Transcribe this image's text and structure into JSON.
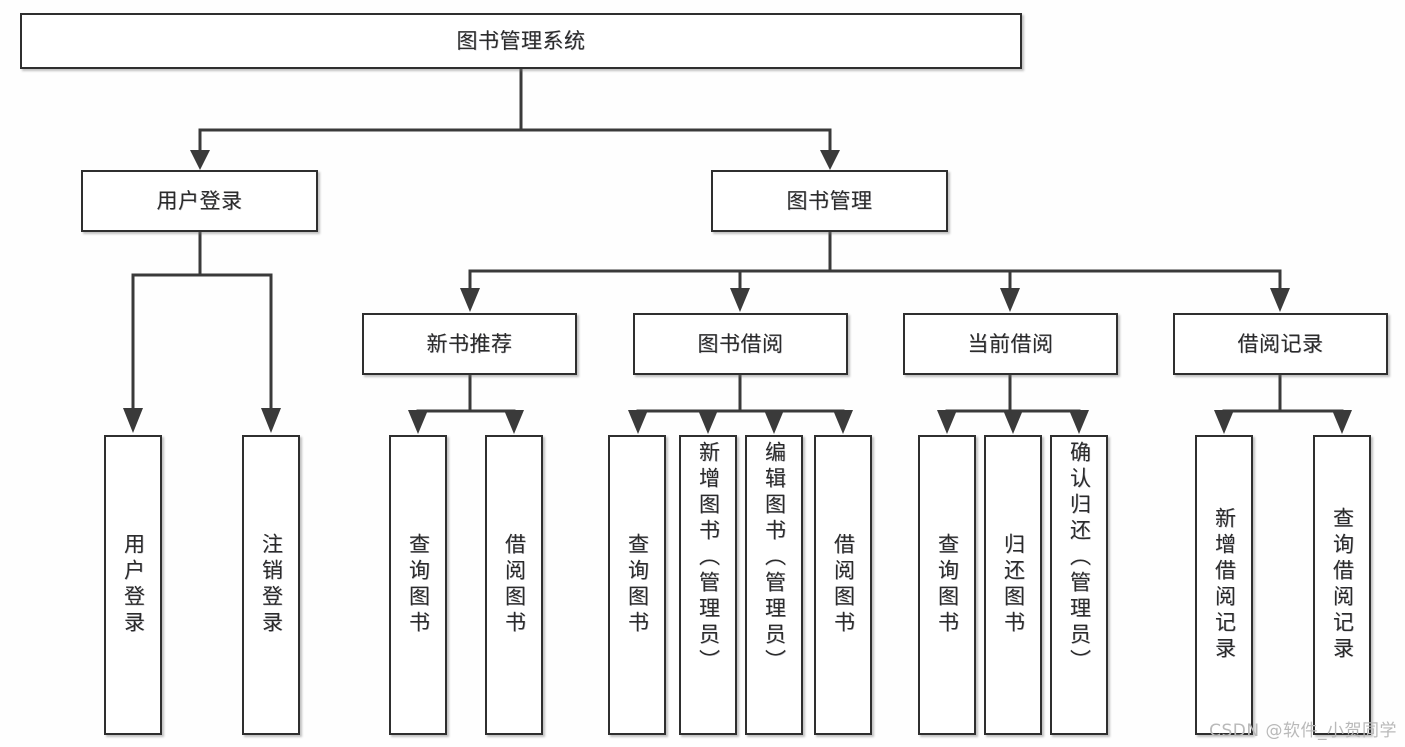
{
  "diagram": {
    "type": "tree-hierarchy",
    "title": "图书管理系统",
    "watermark": "CSDN @软件_小贺同学",
    "colors": {
      "background": "#fefefe",
      "box_border": "#2f2f2f",
      "box_fill": "#ffffff",
      "connector": "#3a3a3a",
      "text": "#2b2b2b",
      "watermark": "#b9b9b9"
    },
    "levels": {
      "root": "图书管理系统",
      "level2": [
        "用户登录",
        "图书管理"
      ],
      "level3": [
        "新书推荐",
        "图书借阅",
        "当前借阅",
        "借阅记录"
      ]
    },
    "nodes": {
      "root": {
        "label": "图书管理系统",
        "orientation": "horizontal"
      },
      "user_login": {
        "label": "用户登录",
        "orientation": "horizontal"
      },
      "book_manage": {
        "label": "图书管理",
        "orientation": "horizontal"
      },
      "new_book_rec": {
        "label": "新书推荐",
        "orientation": "horizontal"
      },
      "book_borrow": {
        "label": "图书借阅",
        "orientation": "horizontal"
      },
      "current_borrow": {
        "label": "当前借阅",
        "orientation": "horizontal"
      },
      "borrow_record": {
        "label": "借阅记录",
        "orientation": "horizontal"
      },
      "leaf_user_login": {
        "label": "用户登录",
        "orientation": "vertical"
      },
      "leaf_logout": {
        "label": "注销登录",
        "orientation": "vertical"
      },
      "leaf_query_book_1": {
        "label": "查询图书",
        "orientation": "vertical"
      },
      "leaf_borrow_book_1": {
        "label": "借阅图书",
        "orientation": "vertical"
      },
      "leaf_query_book_2": {
        "label": "查询图书",
        "orientation": "vertical"
      },
      "leaf_add_book": {
        "label": "新增图书（管理员）",
        "orientation": "vertical"
      },
      "leaf_edit_book": {
        "label": "编辑图书（管理员）",
        "orientation": "vertical"
      },
      "leaf_borrow_book_2": {
        "label": "借阅图书",
        "orientation": "vertical"
      },
      "leaf_query_book_3": {
        "label": "查询图书",
        "orientation": "vertical"
      },
      "leaf_return_book": {
        "label": "归还图书",
        "orientation": "vertical"
      },
      "leaf_confirm_return": {
        "label": "确认归还（管理员）",
        "orientation": "vertical"
      },
      "leaf_add_record": {
        "label": "新增借阅记录",
        "orientation": "vertical"
      },
      "leaf_query_record": {
        "label": "查询借阅记录",
        "orientation": "vertical"
      }
    },
    "edges": [
      {
        "from": "root",
        "to": "user_login"
      },
      {
        "from": "root",
        "to": "book_manage"
      },
      {
        "from": "user_login",
        "to": "leaf_user_login"
      },
      {
        "from": "user_login",
        "to": "leaf_logout"
      },
      {
        "from": "book_manage",
        "to": "new_book_rec"
      },
      {
        "from": "book_manage",
        "to": "book_borrow"
      },
      {
        "from": "book_manage",
        "to": "current_borrow"
      },
      {
        "from": "book_manage",
        "to": "borrow_record"
      },
      {
        "from": "new_book_rec",
        "to": "leaf_query_book_1"
      },
      {
        "from": "new_book_rec",
        "to": "leaf_borrow_book_1"
      },
      {
        "from": "book_borrow",
        "to": "leaf_query_book_2"
      },
      {
        "from": "book_borrow",
        "to": "leaf_add_book"
      },
      {
        "from": "book_borrow",
        "to": "leaf_edit_book"
      },
      {
        "from": "book_borrow",
        "to": "leaf_borrow_book_2"
      },
      {
        "from": "current_borrow",
        "to": "leaf_query_book_3"
      },
      {
        "from": "current_borrow",
        "to": "leaf_return_book"
      },
      {
        "from": "current_borrow",
        "to": "leaf_confirm_return"
      },
      {
        "from": "borrow_record",
        "to": "leaf_add_record"
      },
      {
        "from": "borrow_record",
        "to": "leaf_query_record"
      }
    ]
  }
}
